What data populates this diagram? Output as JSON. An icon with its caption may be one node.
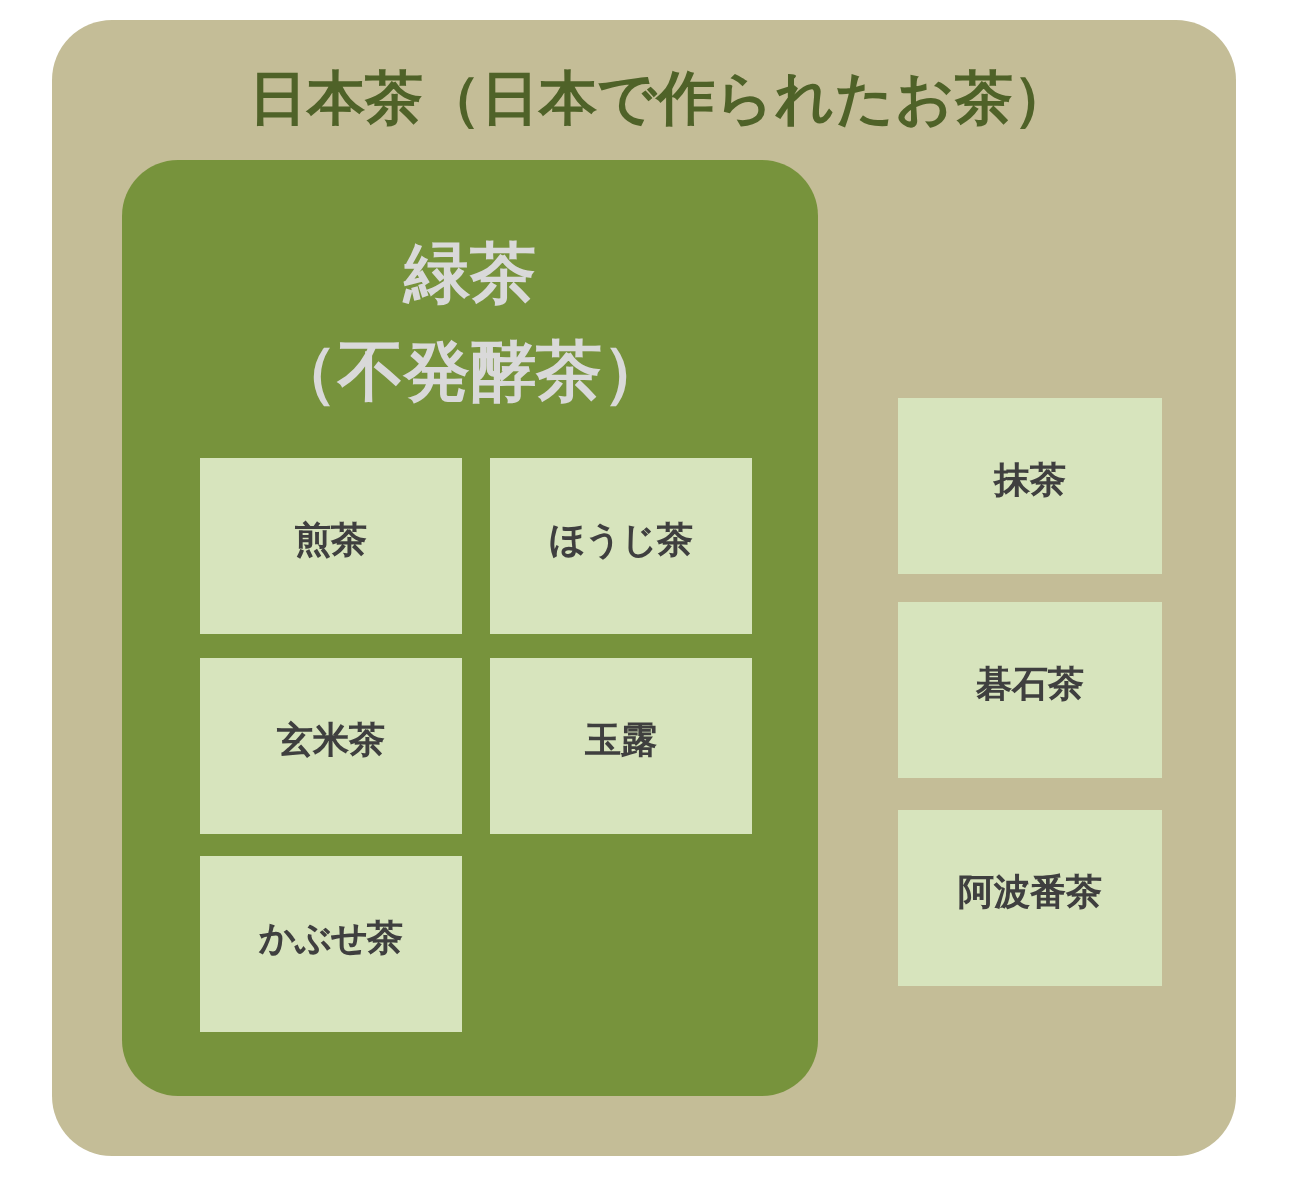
{
  "diagram": {
    "nodes": [
      {
        "text": [
          "日本茶（日本で作られたお茶）"
        ]
      },
      {
        "text": [
          "緑茶",
          "（不発酵茶）"
        ],
        "in": 0
      },
      {
        "text": [
          "煎茶"
        ],
        "in": 1
      },
      {
        "text": [
          "ほうじ茶"
        ],
        "in": 1
      },
      {
        "text": [
          "玄米茶"
        ],
        "in": 1
      },
      {
        "text": [
          "玉露"
        ],
        "in": 1
      },
      {
        "text": [
          "かぶせ茶"
        ],
        "in": 1
      },
      {
        "text": [
          "抹茶"
        ],
        "in": 0
      },
      {
        "text": [
          "碁石茶"
        ],
        "in": 0
      },
      {
        "text": [
          "阿波番茶"
        ],
        "in": 0
      }
    ]
  }
}
